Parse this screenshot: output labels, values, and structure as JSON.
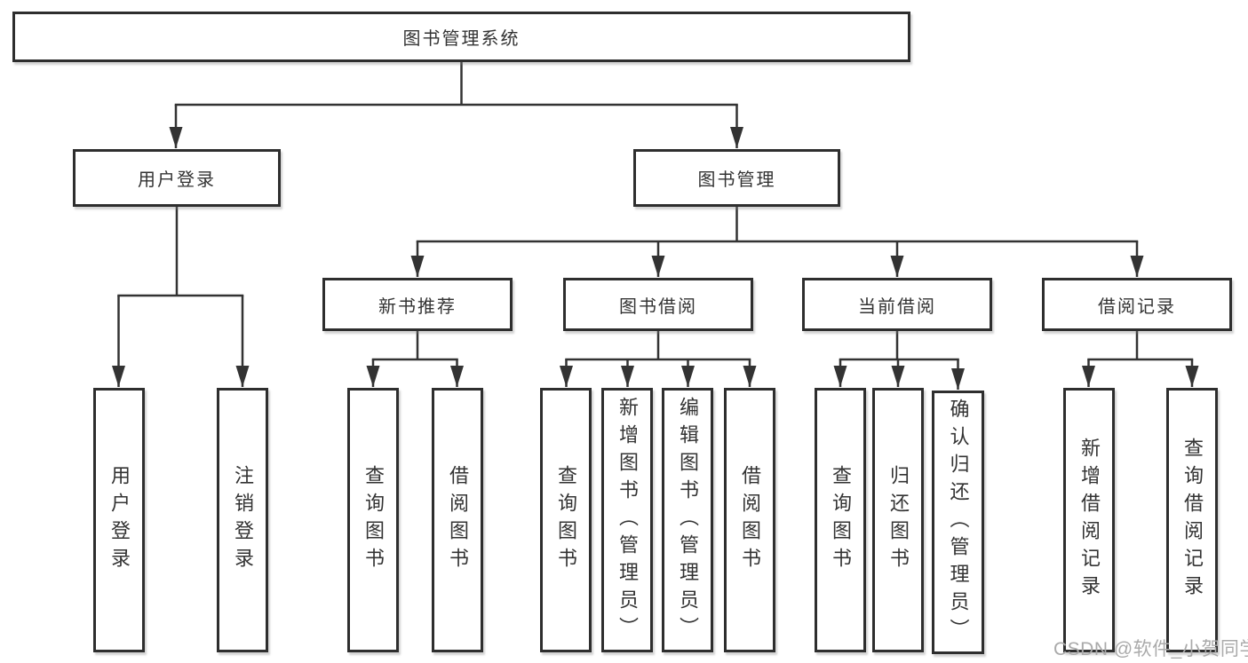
{
  "root": {
    "label": "图书管理系统"
  },
  "level2": [
    {
      "label": "用户登录"
    },
    {
      "label": "图书管理"
    }
  ],
  "level3": [
    {
      "label": "新书推荐"
    },
    {
      "label": "图书借阅"
    },
    {
      "label": "当前借阅"
    },
    {
      "label": "借阅记录"
    }
  ],
  "leaves": {
    "user_login": [
      "用户登录",
      "注销登录"
    ],
    "new_book": [
      "查询图书",
      "借阅图书"
    ],
    "borrow": [
      "查询图书",
      "新增图书（管理员）",
      "编辑图书（管理员）",
      "借阅图书"
    ],
    "current": [
      "查询图书",
      "归还图书",
      "确认归还（管理员）"
    ],
    "records": [
      "新增借阅记录",
      "查询借阅记录"
    ]
  },
  "watermark": "CSDN @软件_小贺同学",
  "colors": {
    "line": "#333333",
    "border": "#2e2e2e",
    "text": "#333333",
    "watermark": "#aaaaaa",
    "background": "#ffffff"
  }
}
